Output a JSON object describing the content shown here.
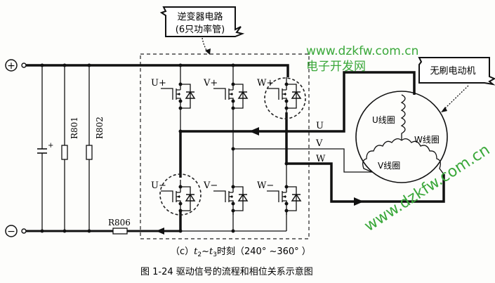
{
  "callouts": {
    "inverter": {
      "line1": "逆变器电路",
      "line2": "(6只功率管)"
    },
    "motor": {
      "label": "无刷电动机"
    }
  },
  "terminals": {
    "positive": "+",
    "negative": "−"
  },
  "resistors": {
    "r801": "R801",
    "r802": "R802",
    "r806": "R806"
  },
  "capacitor": {
    "polarity_plus": "+"
  },
  "switches": {
    "upper": [
      {
        "label": "U+"
      },
      {
        "label": "V+"
      },
      {
        "label": "W+"
      }
    ],
    "lower": [
      {
        "label": "U−"
      },
      {
        "label": "V−"
      },
      {
        "label": "W−"
      }
    ],
    "conducting": [
      "W+",
      "U−"
    ]
  },
  "phase_lines": {
    "u": "U",
    "v": "V",
    "w": "W"
  },
  "coils": {
    "u": "U线圈",
    "v": "V线圈",
    "w": "W线圈"
  },
  "caption": {
    "subfig": "（c）",
    "t_from": "t",
    "t_from_sub": "2",
    "tilde": "~",
    "t_to": "t",
    "t_to_sub": "3",
    "time_text": "时刻（240°  ~360°  ）",
    "figure": "图 1-24    驱动信号的流程和相位关系示意图"
  },
  "watermark": {
    "url": "www.dzkfw.com.cn",
    "site_name": "电子开发网",
    "url_diagonal": "www.dzkfw.com.cn",
    "color": "#3aa83a"
  }
}
